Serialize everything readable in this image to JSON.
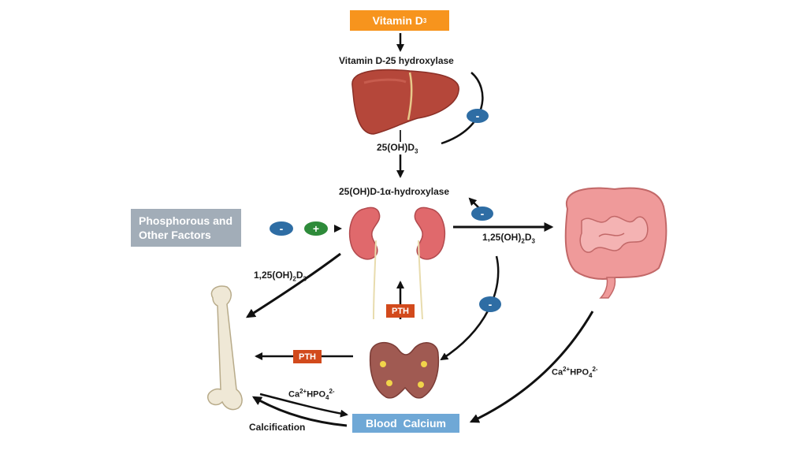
{
  "boxes": {
    "vitamin_d3": {
      "base": "Vitamin D",
      "sub": "3"
    },
    "phosphorous": {
      "line1": "Phosphorous and",
      "line2": "Other Factors"
    },
    "blood_calcium": "Blood  Calcium",
    "pth_top": "PTH",
    "pth_left": "PTH"
  },
  "labels": {
    "vitamin_d_25_hydroxylase": "Vitamin D-25 hydroxylase",
    "oh_d3": {
      "base": "25(OH)D",
      "sub": "3"
    },
    "one_alpha_hydroxylase": "25(OH)D-1α-hydroxylase",
    "calcitriol_right": {
      "base": "1,25(OH)",
      "sub1": "2",
      "mid": "D",
      "sub2": "3"
    },
    "calcitriol_left": {
      "base": "1,25(OH)",
      "sub1": "2",
      "mid": "D",
      "sub2": "3"
    },
    "ca_hpo4_right": {
      "base": "Ca",
      "sup1": "2+",
      "mid": "HPO",
      "sub": "4",
      "sup2": "2-"
    },
    "ca_hpo4_bottom": {
      "base": "Ca",
      "sup1": "2+",
      "mid": "HPO",
      "sub": "4",
      "sup2": "2-"
    },
    "calcification": "Calcification"
  },
  "signs": {
    "minus": "-",
    "plus": "+"
  },
  "colors": {
    "vitamin_box": "#f7941d",
    "phosphorous_box": "#a2adb8",
    "blood_calcium_box": "#6fa8d6",
    "pth_box": "#d24a1c",
    "minus_badge": "#2e6da4",
    "plus_badge": "#2e8b3a",
    "liver": "#b5473a",
    "kidney": "#e0696c",
    "intestine": "#ef9a9a",
    "bone": "#efe8d6",
    "thyroid": "#a05a52"
  }
}
